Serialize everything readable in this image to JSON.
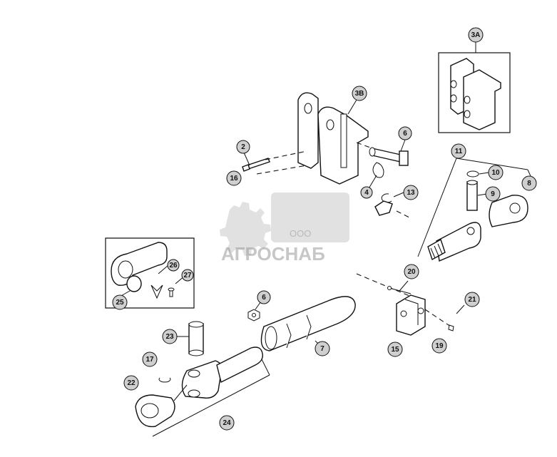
{
  "watermark": {
    "prefix": "ООО",
    "brand": "АГРОСНАБ"
  },
  "callouts": [
    {
      "id": "c-3a",
      "label": "3A"
    },
    {
      "id": "c-3b",
      "label": "3B"
    },
    {
      "id": "c-2",
      "label": "2"
    },
    {
      "id": "c-16",
      "label": "16"
    },
    {
      "id": "c-6a",
      "label": "6"
    },
    {
      "id": "c-4",
      "label": "4"
    },
    {
      "id": "c-13",
      "label": "13"
    },
    {
      "id": "c-11",
      "label": "11"
    },
    {
      "id": "c-10",
      "label": "10"
    },
    {
      "id": "c-8",
      "label": "8"
    },
    {
      "id": "c-9",
      "label": "9"
    },
    {
      "id": "c-26",
      "label": "26"
    },
    {
      "id": "c-27",
      "label": "27"
    },
    {
      "id": "c-25",
      "label": "25"
    },
    {
      "id": "c-6b",
      "label": "6"
    },
    {
      "id": "c-20",
      "label": "20"
    },
    {
      "id": "c-21",
      "label": "21"
    },
    {
      "id": "c-15",
      "label": "15"
    },
    {
      "id": "c-19",
      "label": "19"
    },
    {
      "id": "c-7",
      "label": "7"
    },
    {
      "id": "c-23",
      "label": "23"
    },
    {
      "id": "c-17",
      "label": "17"
    },
    {
      "id": "c-22",
      "label": "22"
    },
    {
      "id": "c-24",
      "label": "24"
    }
  ]
}
